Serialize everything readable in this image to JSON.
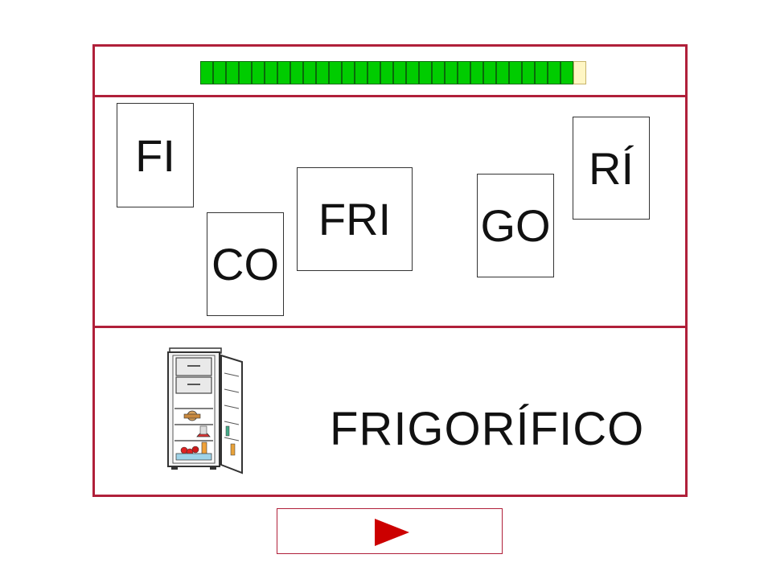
{
  "progress": {
    "filled_segments": 29,
    "total_segments": 30,
    "fill_color": "#00cc00",
    "rest_color": "#fff6c4"
  },
  "syllable_cards": [
    {
      "id": "fi",
      "label": "FI"
    },
    {
      "id": "co",
      "label": "CO"
    },
    {
      "id": "fri",
      "label": "FRI"
    },
    {
      "id": "go",
      "label": "GO"
    },
    {
      "id": "ri",
      "label": "RÍ"
    }
  ],
  "target": {
    "word": "FRIGORÍFICO",
    "image_icon": "refrigerator-icon"
  },
  "navigation": {
    "next_icon": "play-arrow-icon",
    "accent_color": "#cc0000"
  },
  "frame_color": "#b0203a"
}
